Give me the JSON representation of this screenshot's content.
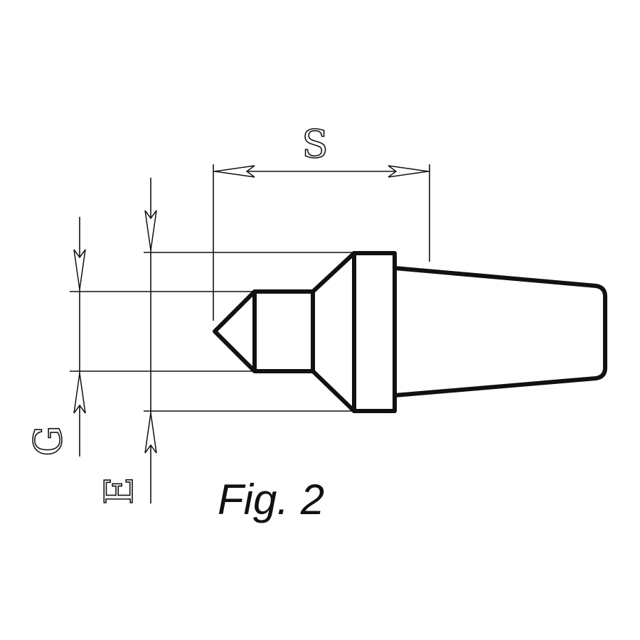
{
  "figure": {
    "caption": "Fig. 2",
    "dimensions": {
      "s_label": "S",
      "e_label": "E",
      "g_label": "G"
    }
  }
}
